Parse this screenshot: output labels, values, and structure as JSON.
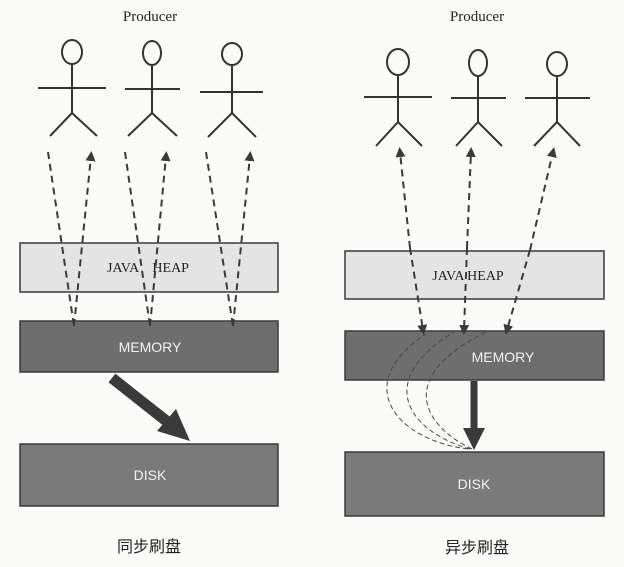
{
  "colors": {
    "heap_fill": "#e4e4e4",
    "memory_fill": "#6e6e6e",
    "disk_fill": "#7a7a7a",
    "stroke": "#3a3a3a",
    "arrow": "#3a3a3a"
  },
  "left": {
    "producer_label": "Producer",
    "heap_label": "JAVA    HEAP",
    "memory_label": "MEMORY",
    "disk_label": "DISK",
    "caption": "同步刷盘"
  },
  "right": {
    "producer_label": "Producer",
    "heap_label": "JAVA HEAP",
    "memory_label": "MEMORY",
    "disk_label": "DISK",
    "caption": "异步刷盘"
  }
}
